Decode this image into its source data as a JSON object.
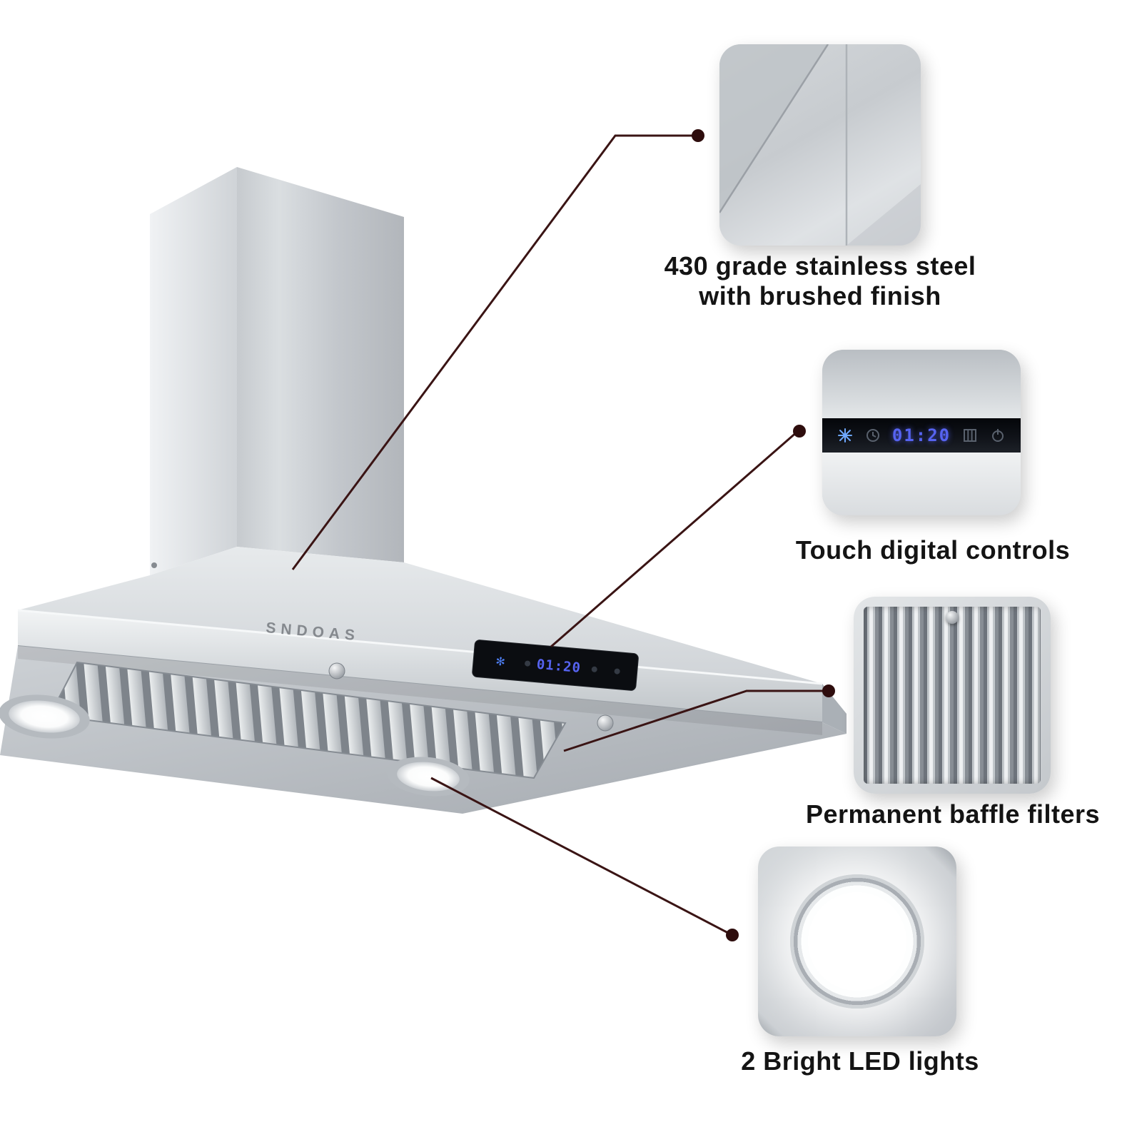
{
  "product": {
    "brand": "SNDOAS",
    "display_time": "01:20"
  },
  "callouts": {
    "steel": {
      "line1": "430 grade stainless steel",
      "line2": "with brushed finish"
    },
    "controls": {
      "label": "Touch digital controls",
      "display_time": "01:20",
      "icons": [
        "fan-icon",
        "timer-icon",
        "digital-display",
        "filter-icon",
        "power-icon"
      ]
    },
    "filters": {
      "label": "Permanent baffle filters"
    },
    "leds": {
      "label": "2 Bright LED lights"
    }
  },
  "colors": {
    "connector_line": "#3a1414",
    "caption_text": "#141414",
    "display_blue": "#5663f0",
    "steel_light": "#e8eaec",
    "steel_dark": "#a8adb3"
  }
}
